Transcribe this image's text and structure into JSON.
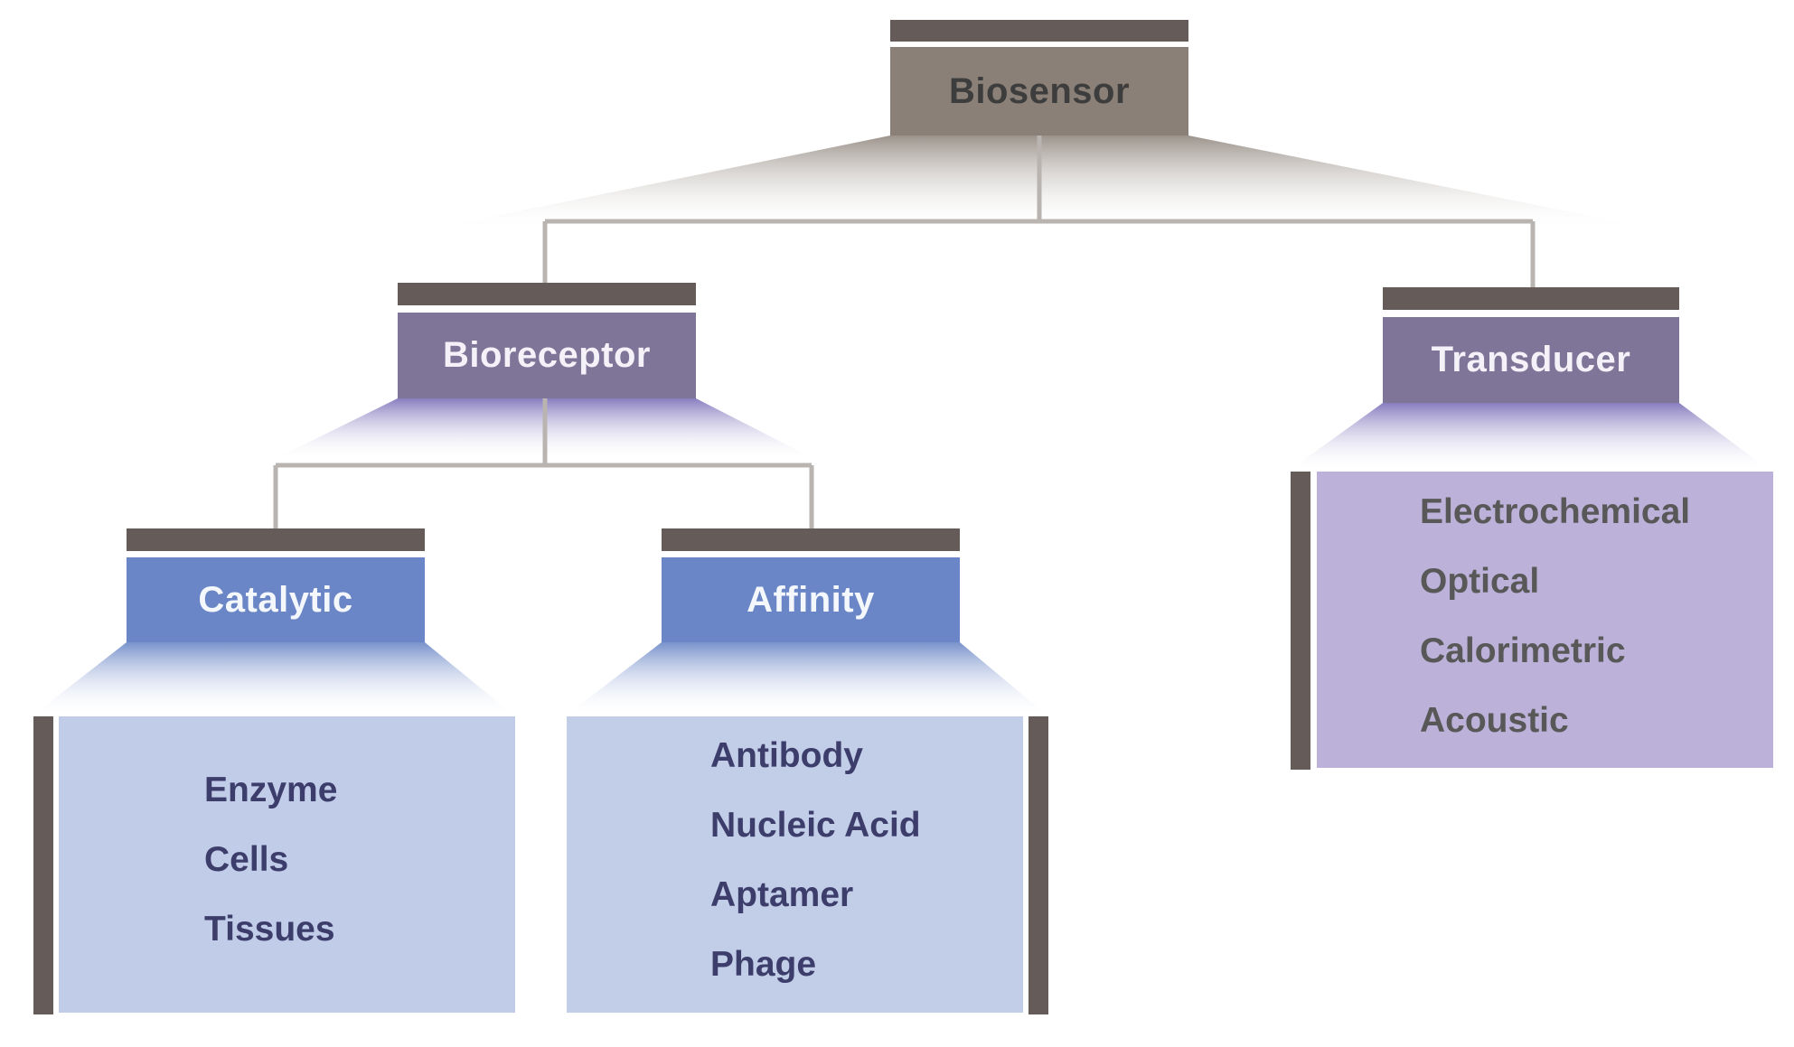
{
  "colors": {
    "root_box": "#8a8077",
    "root_text": "#3d3d3d",
    "level2_box": "#7f7599",
    "level2_text": "#f4f2f8",
    "level3_box": "#6a86c6",
    "level3_text": "#f4f7fc",
    "dark_bar": "#655b58",
    "catalytic_panel": "#c0cce8",
    "affinity_panel": "#c2cde8",
    "transducer_panel": "#bcb2d9",
    "list_text_blue": "#3d3d6b",
    "list_text_gray": "#585858",
    "connector": "#b9b4b0"
  },
  "root": {
    "label": "Biosensor"
  },
  "bioreceptor": {
    "label": "Bioreceptor"
  },
  "transducer": {
    "label": "Transducer",
    "items": [
      "Electrochemical",
      "Optical",
      "Calorimetric",
      "Acoustic"
    ]
  },
  "catalytic": {
    "label": "Catalytic",
    "items": [
      "Enzyme",
      "Cells",
      "Tissues"
    ]
  },
  "affinity": {
    "label": "Affinity",
    "items": [
      "Antibody",
      "Nucleic Acid",
      "Aptamer",
      "Phage"
    ]
  }
}
